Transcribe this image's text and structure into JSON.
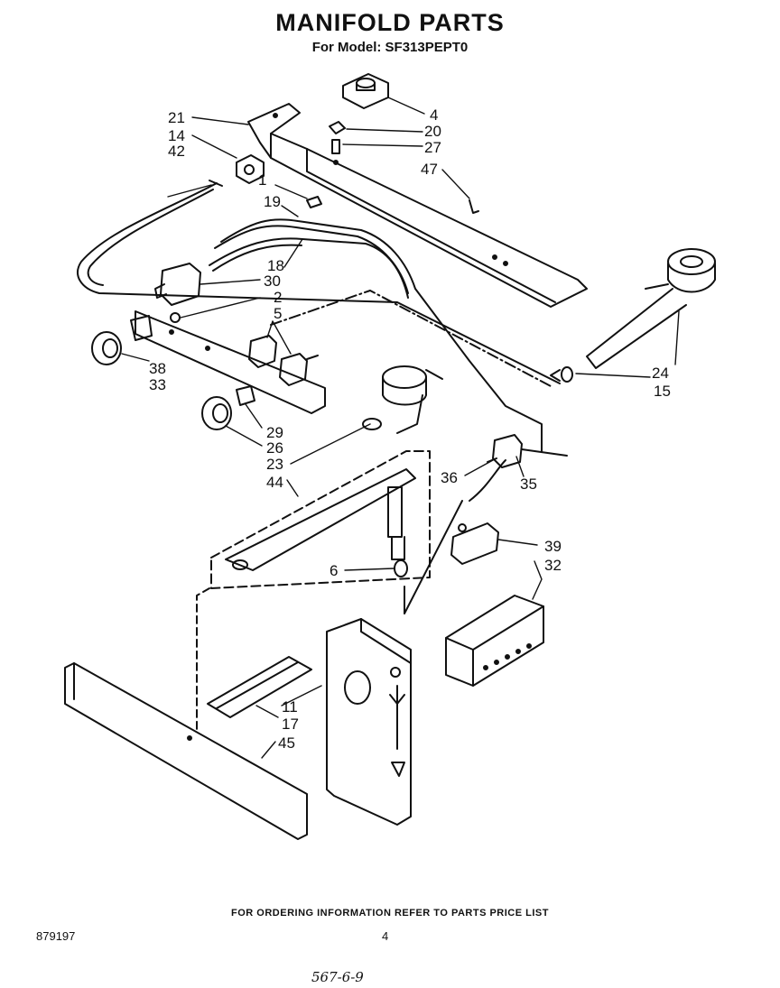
{
  "header": {
    "title": "MANIFOLD PARTS",
    "subtitle": "For Model: SF313PEPT0"
  },
  "callouts": {
    "c21": "21",
    "c14": "14",
    "c42": "42",
    "c4": "4",
    "c20": "20",
    "c27": "27",
    "c47": "47",
    "c1": "1",
    "c19": "19",
    "c18": "18",
    "c30": "30",
    "c2": "2",
    "c5": "5",
    "c38": "38",
    "c33": "33",
    "c24": "24",
    "c15": "15",
    "c29": "29",
    "c26": "26",
    "c23": "23",
    "c44": "44",
    "c36": "36",
    "c35": "35",
    "c39": "39",
    "c32": "32",
    "c6": "6",
    "c11": "11",
    "c17": "17",
    "c45": "45"
  },
  "footer": {
    "ordering_note": "FOR ORDERING INFORMATION REFER TO PARTS PRICE LIST",
    "doc_number": "879197",
    "page_number": "4",
    "handwritten_note": "567-6-9"
  }
}
